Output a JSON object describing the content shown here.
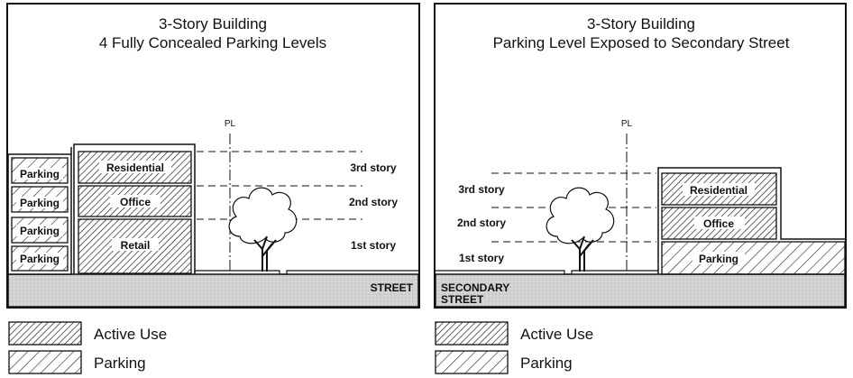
{
  "left_panel": {
    "title_line1": "3-Story Building",
    "title_line2": "4 Fully Concealed Parking Levels",
    "pl_label": "PL",
    "parking_labels": [
      "Parking",
      "Parking",
      "Parking",
      "Parking"
    ],
    "building_labels": [
      "Residential",
      "Office",
      "Retail"
    ],
    "story_labels": [
      "3rd story",
      "2nd story",
      "1st story"
    ],
    "street_label": "STREET"
  },
  "right_panel": {
    "title_line1": "3-Story Building",
    "title_line2": "Parking Level Exposed to Secondary Street",
    "pl_label": "PL",
    "story_labels": [
      "3rd story",
      "2nd story",
      "1st story"
    ],
    "building_labels": [
      "Residential",
      "Office",
      "Parking"
    ],
    "street_label_line1": "SECONDARY",
    "street_label_line2": "STREET"
  },
  "legend_left": {
    "active_use": "Active Use",
    "parking": "Parking"
  },
  "legend_right": {
    "active_use": "Active Use",
    "parking": "Parking"
  }
}
